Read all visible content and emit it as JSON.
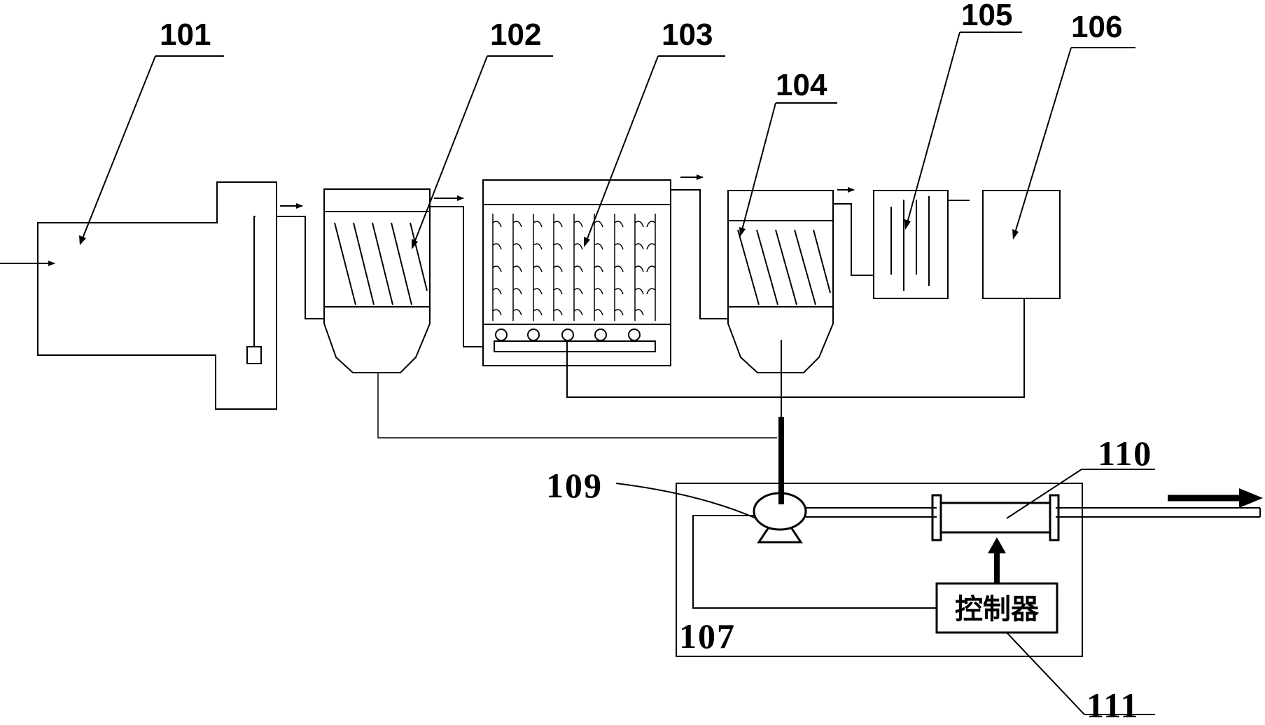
{
  "labels": {
    "l101": "101",
    "l102": "102",
    "l103": "103",
    "l104": "104",
    "l105": "105",
    "l106": "106",
    "l107": "107",
    "l109": "109",
    "l110": "110",
    "l111": "111"
  },
  "controller_text": "控制器"
}
